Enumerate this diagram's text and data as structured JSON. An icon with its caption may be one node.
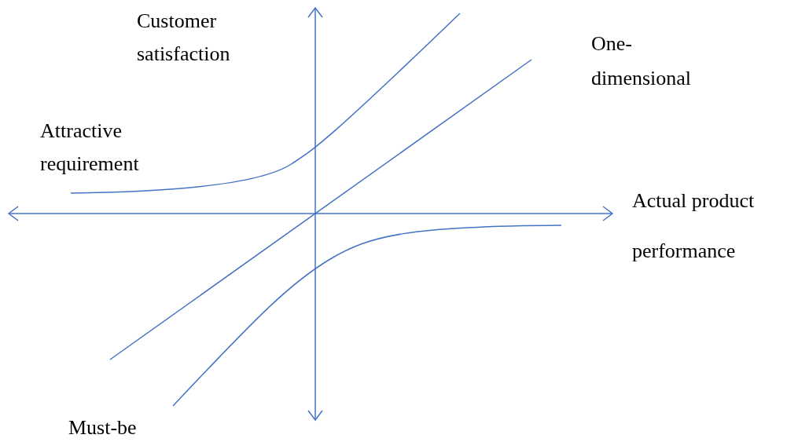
{
  "diagram": {
    "labels": [
      "Customer satisfaction",
      "One-dimensional",
      "Attractive requirement",
      "Actual product performance",
      "Must-be"
    ]
  }
}
